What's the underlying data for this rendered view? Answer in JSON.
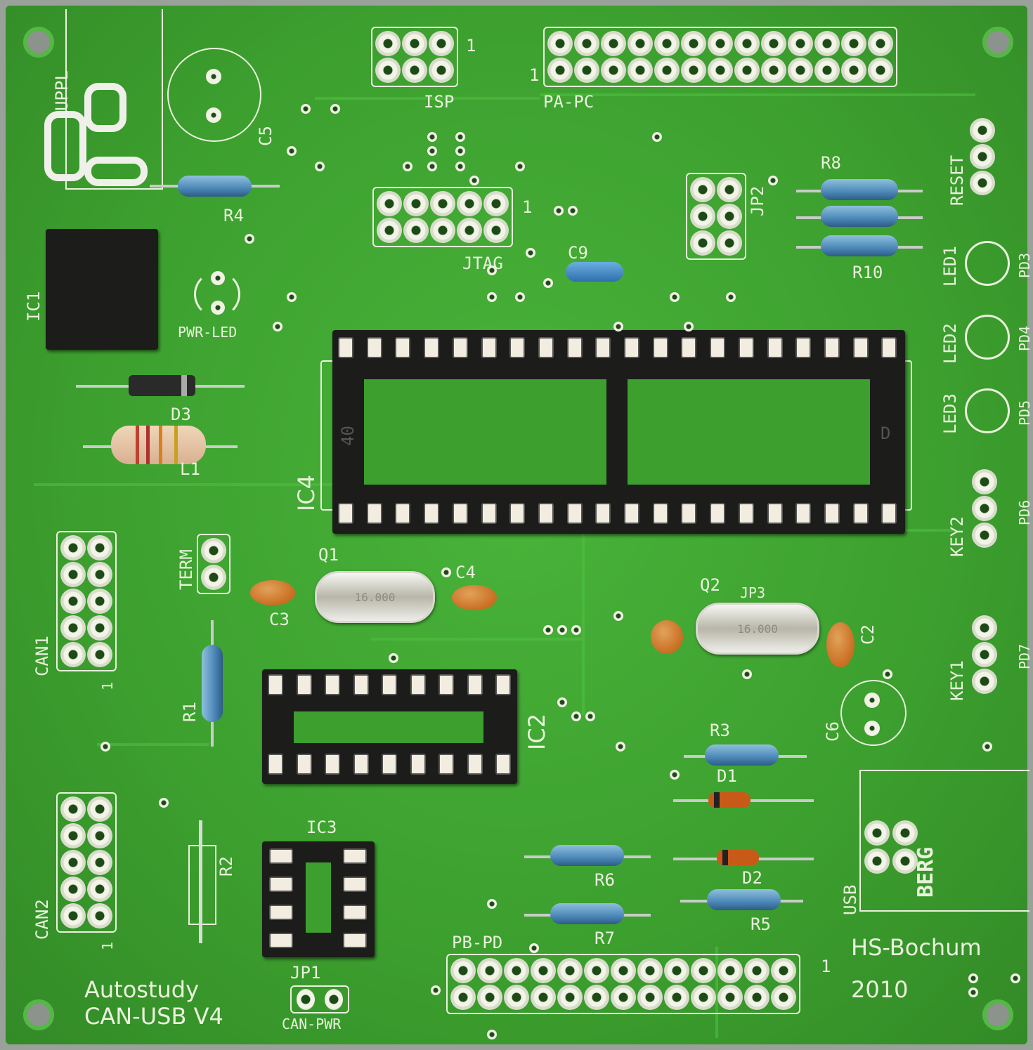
{
  "board": {
    "title_line1": "Autostudy",
    "title_line2": "CAN-USB V4",
    "maker": "HS-Bochum",
    "year": "2010",
    "supply": "UPPL",
    "labels": {
      "c5": "C5",
      "r4": "R4",
      "ic1": "IC1",
      "pwr_led": "PWR-LED",
      "d3": "D3",
      "l1": "L1",
      "isp": "ISP",
      "pa_pc": "PA-PC",
      "pin1": "1",
      "jtag": "JTAG",
      "c9": "C9",
      "jp2": "JP2",
      "r8": "R8",
      "r10": "R10",
      "reset": "RESET",
      "led1": "LED1",
      "pd3": "PD3",
      "led2": "LED2",
      "pd4": "PD4",
      "led3": "LED3",
      "pd5": "PD5",
      "ic4": "IC4",
      "ic4_pin40": "40",
      "ic4_mark": "D",
      "pd6": "PD6",
      "key2": "KEY2",
      "pd7": "PD7",
      "key1": "KEY1",
      "term": "TERM",
      "can1": "CAN1",
      "q1": "Q1",
      "c4": "C4",
      "c3": "C3",
      "q2": "Q2",
      "jp3": "JP3",
      "c2": "C2",
      "r1": "R1",
      "ic2": "IC2",
      "c6": "C6",
      "r3": "R3",
      "d1": "D1",
      "can2": "CAN2",
      "r2": "R2",
      "ic3": "IC3",
      "r6": "R6",
      "d2": "D2",
      "usb": "USB",
      "r7": "R7",
      "r5": "R5",
      "pb_pd": "PB-PD",
      "jp1": "JP1",
      "can_pwr": "CAN-PWR",
      "berg": "BERG"
    },
    "crystal_marking": "16.000"
  },
  "colors": {
    "board": "#3c9f2e",
    "silkscreen": "#e9f2dc",
    "socket": "#1c1c1a",
    "resistor": "#4c88b8",
    "capacitor": "#c86e22"
  }
}
